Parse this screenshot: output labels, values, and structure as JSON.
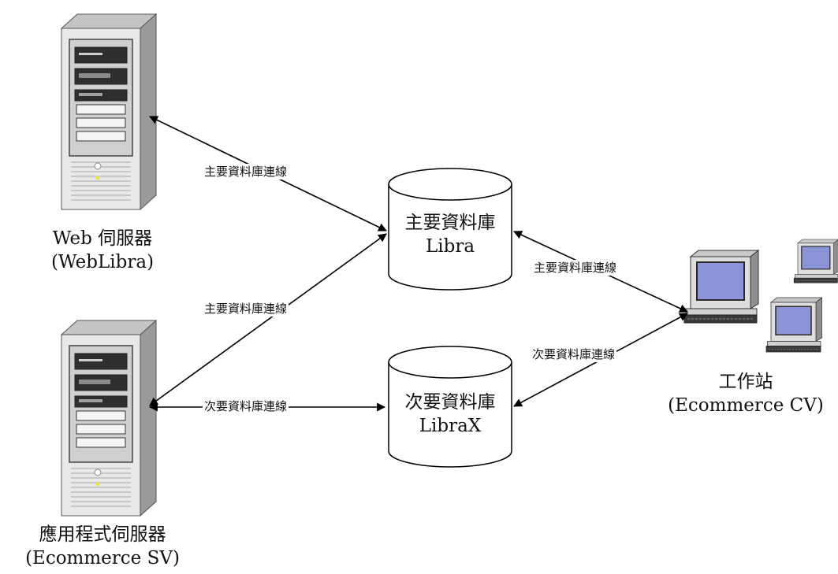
{
  "nodes": {
    "web_server": {
      "title": "Web 伺服器",
      "subtitle": "(WebLibra)",
      "icon": "server-tower-icon"
    },
    "app_server": {
      "title": "應用程式伺服器",
      "subtitle": "(Ecommerce SV)",
      "icon": "server-tower-icon"
    },
    "primary_db": {
      "title": "主要資料庫",
      "subtitle": "Libra",
      "icon": "database-cylinder-icon"
    },
    "secondary_db": {
      "title": "次要資料庫",
      "subtitle": "LibraX",
      "icon": "database-cylinder-icon"
    },
    "workstation": {
      "title": "工作站",
      "subtitle": "(Ecommerce CV)",
      "icon": "computer-workstation-icon"
    }
  },
  "edges": {
    "web_primary": {
      "label": "主要資料庫連線"
    },
    "app_primary": {
      "label": "主要資料庫連線"
    },
    "app_secondary": {
      "label": "次要資料庫連線"
    },
    "ws_primary": {
      "label": "主要資料庫連線"
    },
    "ws_secondary": {
      "label": "次要資料庫連線"
    }
  },
  "colors": {
    "server_front": "#e8e8e8",
    "server_side": "#9a9a9a",
    "server_top": "#c4c4c4",
    "bay_dark": "#2e2e2e",
    "screen": "#8c94d8",
    "line": "#000000",
    "led": "#f0e040"
  }
}
